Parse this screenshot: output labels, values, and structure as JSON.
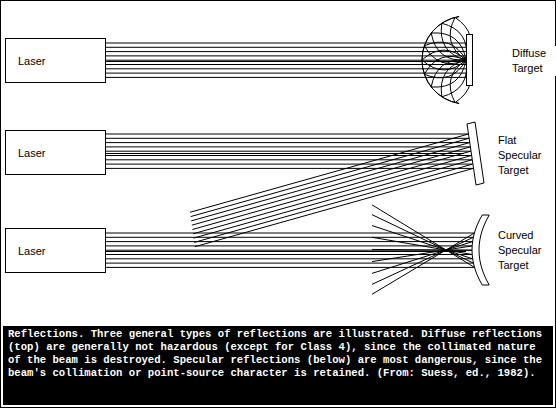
{
  "diagram": {
    "caption": "Reflections. Three general types of reflections are illustrated. Diffuse reflections (top) are generally not hazardous (except for Class 4), since the collimated nature of the beam is destroyed. Specular reflections (below) are most dangerous, since the beam's collimation or point-source character is retained. (From: Suess, ed., 1982).",
    "nodes": [
      {
        "text": [
          "Laser"
        ]
      },
      {
        "text": [
          "Diffuse Target"
        ]
      },
      {
        "text": [
          "Laser"
        ]
      },
      {
        "text": [
          "Flat Specular Target"
        ]
      },
      {
        "text": [
          "Laser"
        ]
      },
      {
        "text": [
          "Curved Specular Target"
        ]
      }
    ],
    "edges": [
      {
        "from": 0,
        "to": 1,
        "arrow": "none"
      },
      {
        "from": 2,
        "to": 3,
        "arrow": "none"
      },
      {
        "from": 4,
        "to": 5,
        "arrow": "none"
      }
    ]
  }
}
